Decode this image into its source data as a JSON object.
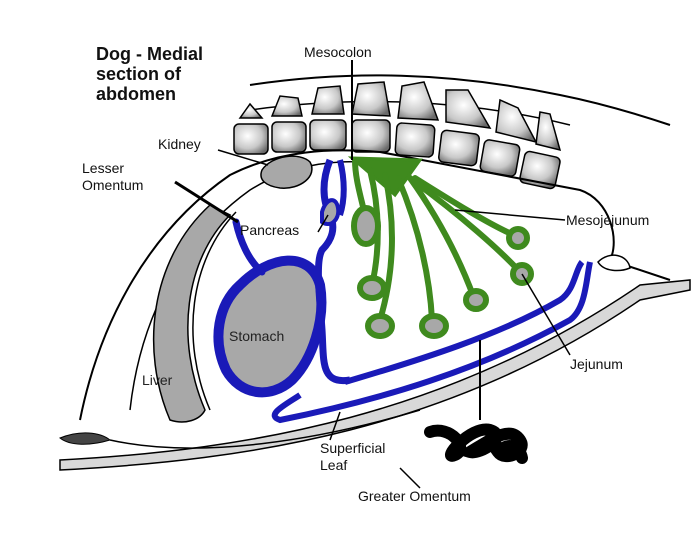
{
  "title_lines": [
    "Dog - Medial",
    "section of",
    "abdomen"
  ],
  "labels": {
    "mesocolon": "Mesocolon",
    "kidney": "Kidney",
    "lesser_omentum": [
      "Lesser",
      "Omentum"
    ],
    "pancreas": "Pancreas",
    "mesojejunum": "Mesojejunum",
    "stomach": "Stomach",
    "liver": "Liver",
    "jejunum": "Jejunum",
    "superficial_leaf": [
      "Superficial",
      "Leaf"
    ],
    "greater_omentum": "Greater Omentum"
  },
  "colors": {
    "peritoneum_blue": "#1a1ab8",
    "mesentery_green": "#3f8a1e",
    "organ_gray": "#a8a8a8",
    "outline": "#000000"
  }
}
